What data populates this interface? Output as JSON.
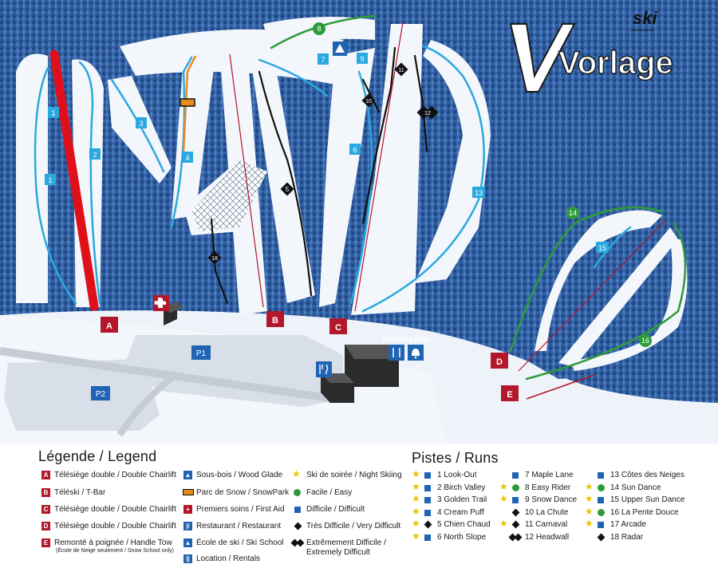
{
  "logo": {
    "small": "ski",
    "big": "Vorlage"
  },
  "lifts": [
    {
      "letter": "A",
      "color": "#b3172b"
    },
    {
      "letter": "B",
      "color": "#b3172b"
    },
    {
      "letter": "C",
      "color": "#b3172b"
    },
    {
      "letter": "D",
      "color": "#b3172b"
    },
    {
      "letter": "E",
      "color": "#b3172b"
    }
  ],
  "parking": [
    "P1",
    "P2"
  ],
  "lodge_label": "Chalet / Lodge",
  "run_numbers": {
    "r1a": "1",
    "r1b": "1",
    "r2": "2",
    "r3": "3",
    "r4": "4",
    "r5": "5",
    "r6": "6",
    "r7": "7",
    "r8": "8",
    "r9": "9",
    "r10": "10",
    "r11": "11",
    "r12": "12",
    "r13": "13",
    "r14": "14",
    "r15": "15",
    "r16": "16",
    "r18": "18"
  },
  "legend": {
    "title": "Légende / Legend",
    "lifts": [
      {
        "letter": "A",
        "text": "Télésiège double / Double Chairlift"
      },
      {
        "letter": "B",
        "text": "Téléski / T-Bar"
      },
      {
        "letter": "C",
        "text": "Télésiège double / Double Chairlift"
      },
      {
        "letter": "D",
        "text": "Télésiège double / Double Chairlift"
      },
      {
        "letter": "E",
        "text": "Remonté à poignée / Handle Tow"
      }
    ],
    "lift_note": "(École de Neige seulement / Snow School only)",
    "amenities": [
      {
        "icon": "tree-icon",
        "text": "Sous-bois / Wood Glade"
      },
      {
        "icon": "snowpark-icon",
        "text": "Parc de Snow / SnowPark"
      },
      {
        "icon": "first-aid-icon",
        "text": "Premiers soins / First Aid"
      },
      {
        "icon": "restaurant-icon",
        "text": "Restaurant / Restaurant"
      },
      {
        "icon": "ski-school-icon",
        "text": "École de ski / Ski School"
      },
      {
        "icon": "rentals-icon",
        "text": "Location / Rentals"
      }
    ],
    "difficulty": [
      {
        "icon": "star-icon",
        "text": "Ski de soirée / Night Skiing"
      },
      {
        "icon": "green-circle-icon",
        "text": "Facile / Easy"
      },
      {
        "icon": "blue-square-icon",
        "text": "Difficile / Difficult"
      },
      {
        "icon": "black-diamond-icon",
        "text": "Très Difficile / Very Difficult"
      },
      {
        "icon": "double-black-diamond-icon",
        "text": "Extrêmement Difficile /"
      }
    ],
    "difficulty_extra": "Extremely Difficult"
  },
  "runs_title": "Pistes / Runs",
  "runs": [
    {
      "name": "1 Look-Out",
      "night": true,
      "level": "blue"
    },
    {
      "name": "2 Birch Valley",
      "night": true,
      "level": "blue"
    },
    {
      "name": "3 Golden Trail",
      "night": true,
      "level": "blue"
    },
    {
      "name": "4 Cream Puff",
      "night": true,
      "level": "blue"
    },
    {
      "name": "5 Chien Chaud",
      "night": true,
      "level": "black"
    },
    {
      "name": "6 North Slope",
      "night": true,
      "level": "blue"
    },
    {
      "name": "7 Maple Lane",
      "night": false,
      "level": "blue"
    },
    {
      "name": "8 Easy Rider",
      "night": true,
      "level": "green"
    },
    {
      "name": "9 Snow Dance",
      "night": true,
      "level": "blue"
    },
    {
      "name": "10 La Chute",
      "night": false,
      "level": "black"
    },
    {
      "name": "11 Carnaval",
      "night": true,
      "level": "black"
    },
    {
      "name": "12 Headwall",
      "night": false,
      "level": "double"
    },
    {
      "name": "13 Côtes des Neiges",
      "night": false,
      "level": "blue"
    },
    {
      "name": "14 Sun Dance",
      "night": true,
      "level": "green"
    },
    {
      "name": "15 Upper Sun Dance",
      "night": true,
      "level": "blue"
    },
    {
      "name": "16 La Pente Douce",
      "night": true,
      "level": "green"
    },
    {
      "name": "17 Arcade",
      "night": true,
      "level": "blue"
    },
    {
      "name": "18 Radar",
      "night": false,
      "level": "black"
    }
  ],
  "colors": {
    "lift_red": "#b3172b",
    "easy_green": "#2e9b3a",
    "difficult_blue": "#2064b4",
    "run_cyan": "#2aa9e0",
    "chairlift_red": "#e0101a",
    "night_star": "#e8c400",
    "snowpark_orange": "#e88a1a"
  }
}
